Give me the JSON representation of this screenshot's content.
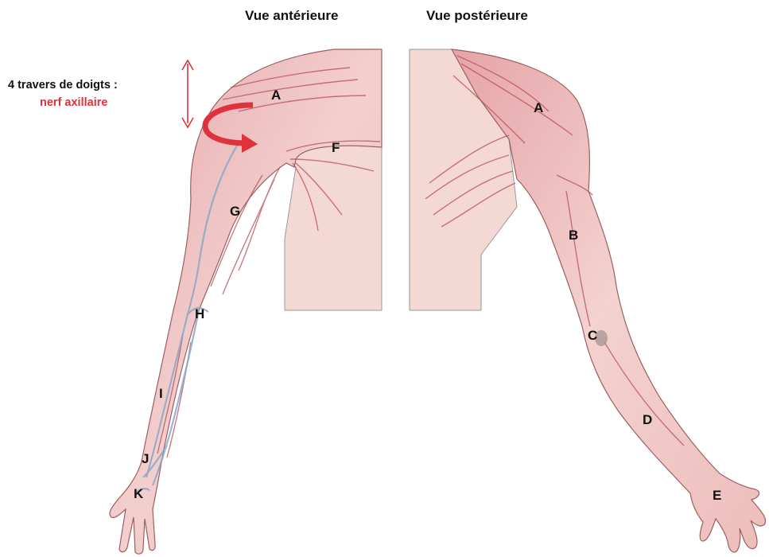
{
  "views": {
    "anterior_title": "Vue antérieure",
    "posterior_title": "Vue postérieure"
  },
  "annotation": {
    "line1": "4 travers de doigts :",
    "line2": "nerf axillaire",
    "accent_color": "#e0323c"
  },
  "labels": {
    "anterior": {
      "A": "A",
      "F": "F",
      "G": "G",
      "H": "H",
      "I": "I",
      "J": "J",
      "K": "K"
    },
    "posterior": {
      "A": "A",
      "B": "B",
      "C": "C",
      "D": "D",
      "E": "E"
    }
  },
  "colors": {
    "skin": "#eec7c5",
    "muscle": "#b8505a",
    "vein": "#8aa8c8"
  }
}
